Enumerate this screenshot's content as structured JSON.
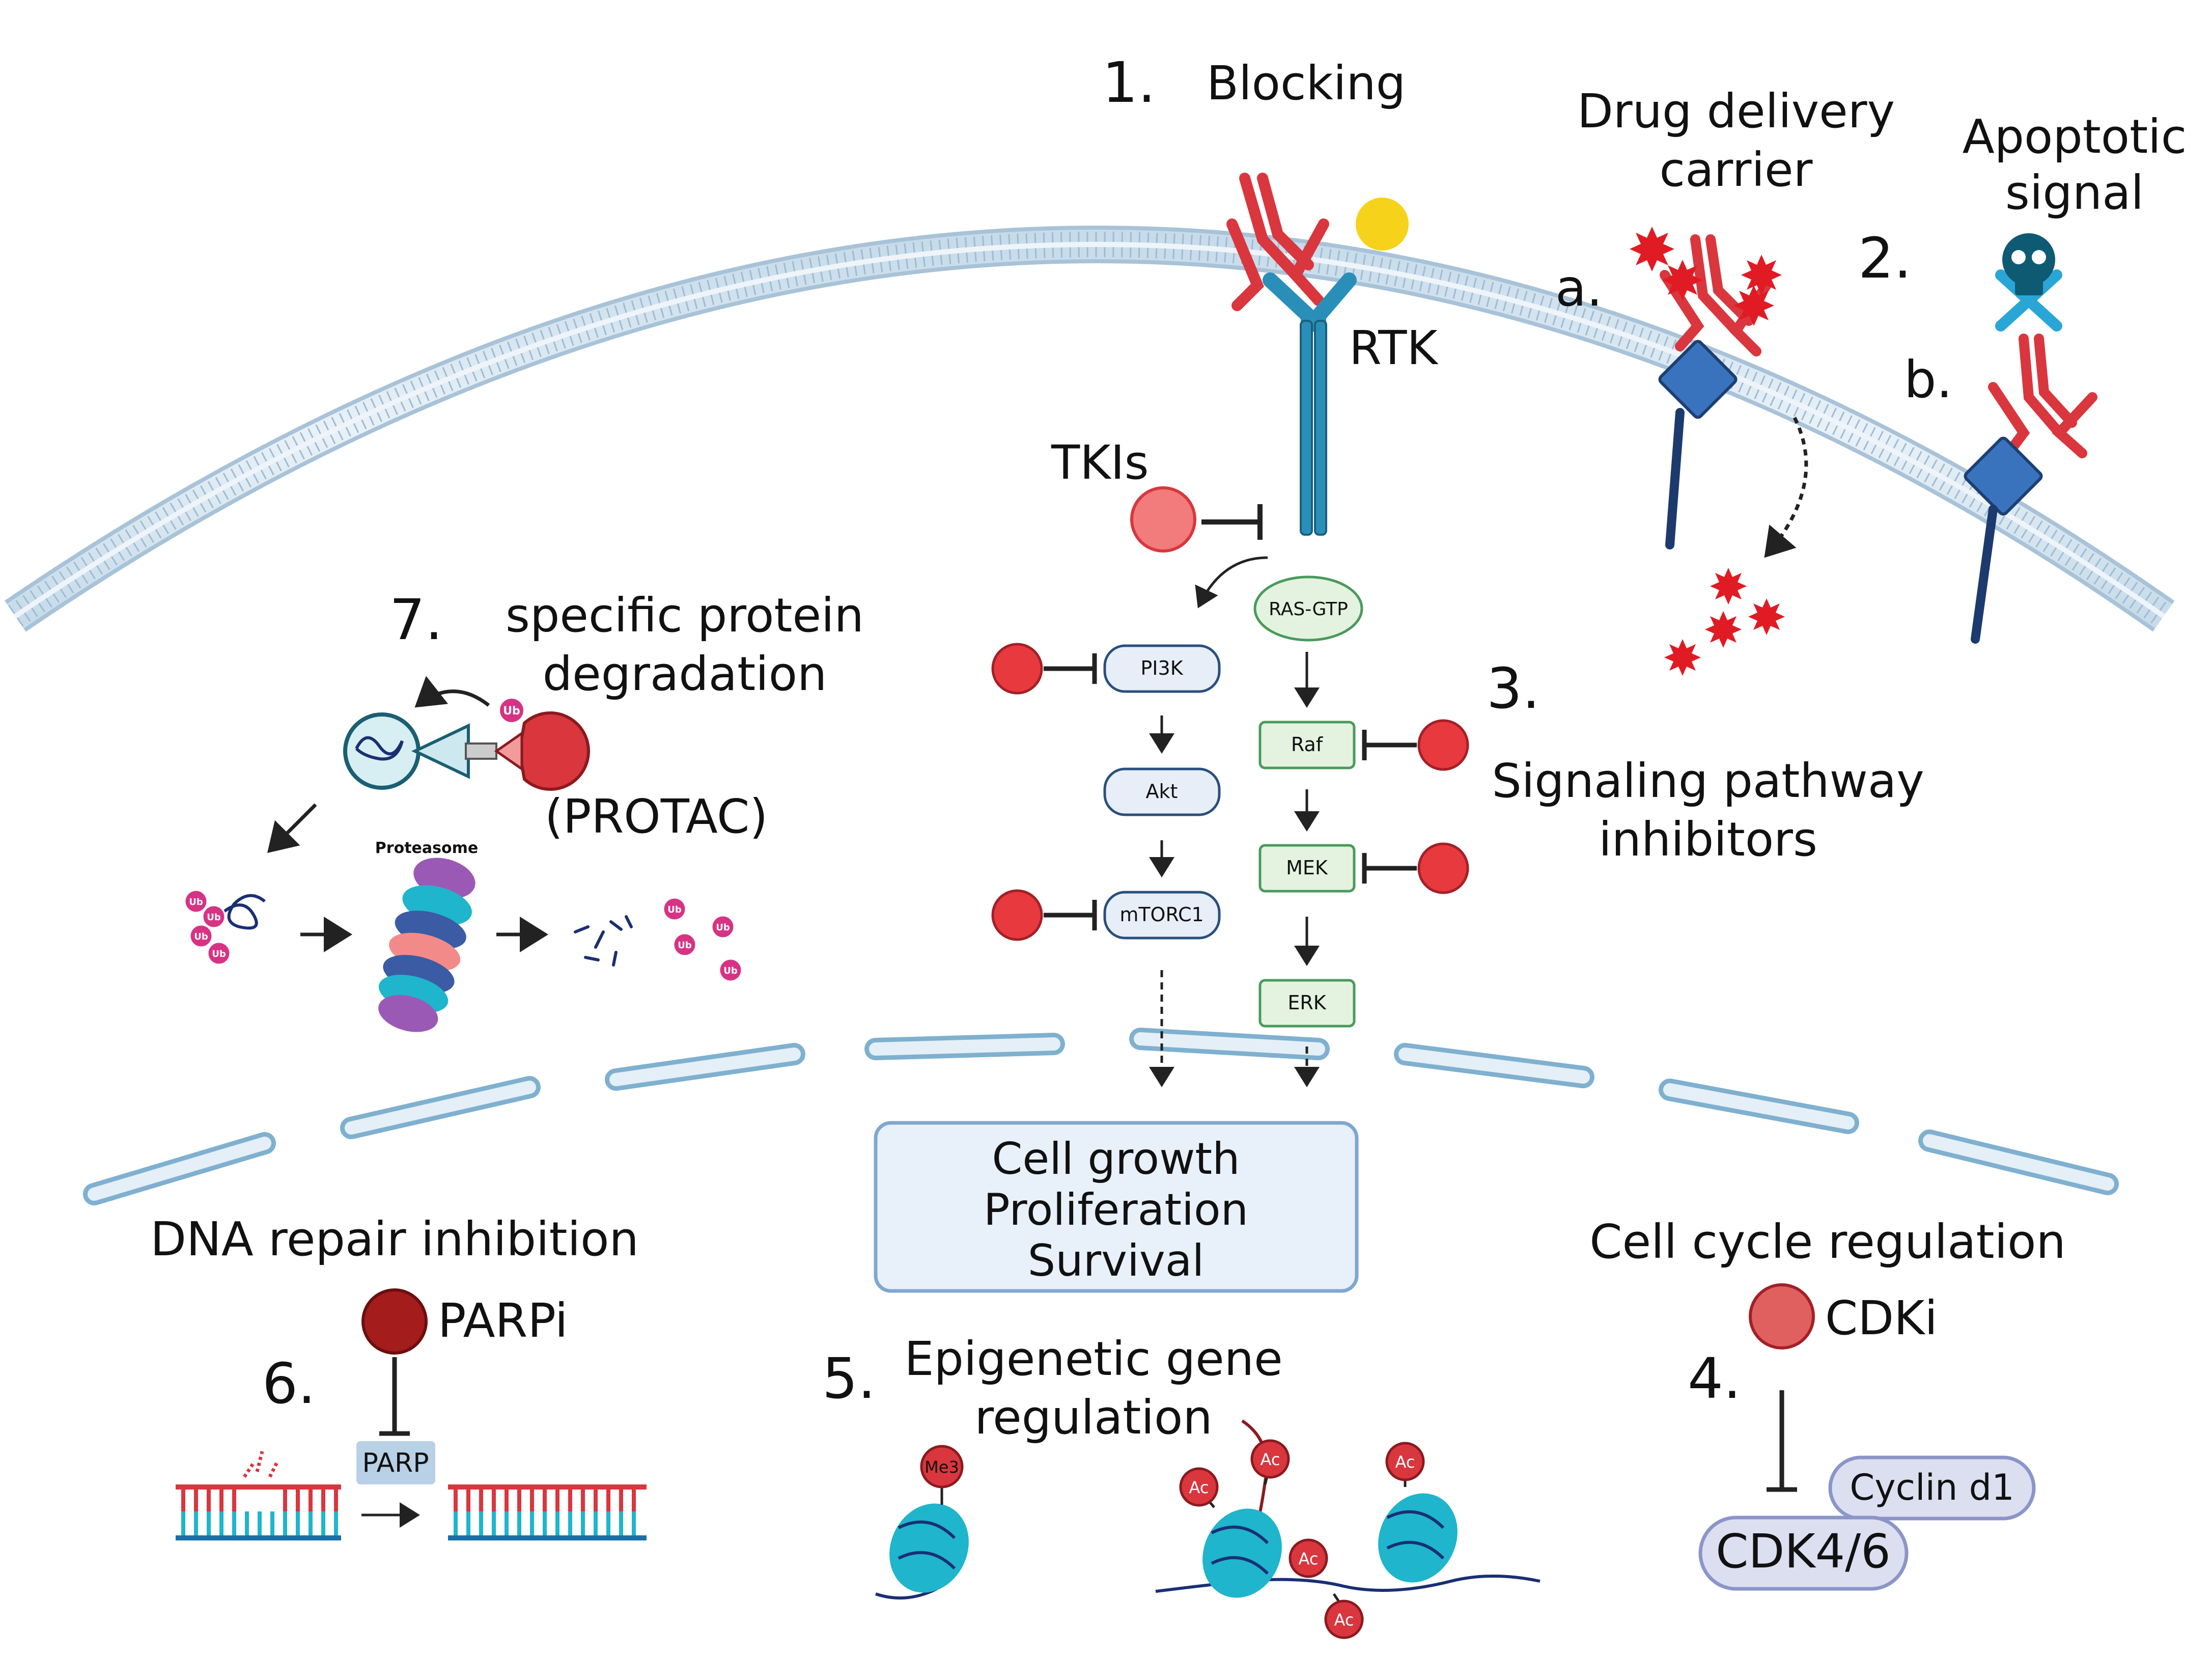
{
  "labels": {
    "blocking_num": "1.",
    "blocking": "Blocking",
    "rtk": "RTK",
    "tkis": "TKIs",
    "drug_delivery_1": "Drug delivery",
    "drug_delivery_2": "carrier",
    "apoptotic_1": "Apoptotic",
    "apoptotic_2": "signal",
    "num2": "2.",
    "a": "a.",
    "b": "b.",
    "num3": "3.",
    "signaling_1": "Signaling pathway",
    "signaling_2": "inhibitors",
    "num7": "7.",
    "protein_deg_1": "specific protein",
    "protein_deg_2": "degradation",
    "protac": "(PROTAC)",
    "proteasome": "Proteasome",
    "ub": "Ub",
    "cell_growth_1": "Cell growth",
    "cell_growth_2": "Proliferation",
    "cell_growth_3": "Survival",
    "dna_repair": "DNA repair inhibition",
    "parpi": "PARPi",
    "num6": "6.",
    "parp": "PARP",
    "num5": "5.",
    "epigenetic_1": "Epigenetic gene",
    "epigenetic_2": "regulation",
    "me3": "Me3",
    "ac": "Ac",
    "cell_cycle": "Cell cycle regulation",
    "cdki": "CDKi",
    "num4": "4.",
    "cyclin": "Cyclin d1",
    "cdk": "CDK4/6"
  },
  "nodes": {
    "ras_gtp": "RAS-GTP",
    "pi3k": "PI3K",
    "akt": "Akt",
    "mtorc1": "mTORC1",
    "raf": "Raf",
    "mek": "MEK",
    "erk": "ERK"
  },
  "colors": {
    "antibody": "#d9363e",
    "receptor": "#2a8fb8",
    "inhibitor": "#e8393f",
    "membrane": "#b9d1e3",
    "pi3k_fill": "#e7eef8",
    "mapk_fill": "#e3f3df",
    "box_fill": "#e8f0f9",
    "parp_dark": "#a41c1c",
    "ub": "#d63384",
    "nucleosome": "#1fb5cc"
  }
}
